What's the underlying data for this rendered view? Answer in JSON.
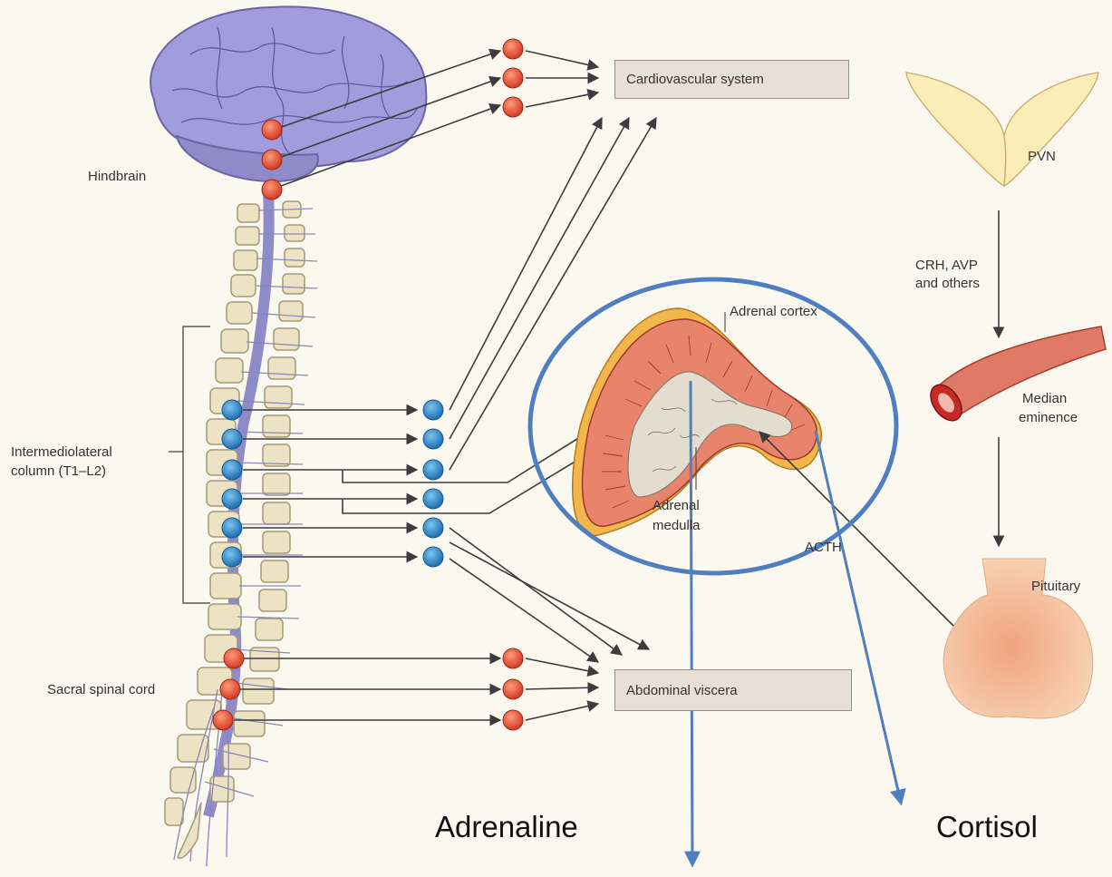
{
  "labels": {
    "hindbrain": "Hindbrain",
    "intermediolateral_1": "Intermediolateral",
    "intermediolateral_2": "column (T1–L2)",
    "sacral": "Sacral spinal cord",
    "cardio": "Cardiovascular system",
    "abdominal": "Abdominal viscera",
    "adrenal_cortex": "Adrenal cortex",
    "adrenal_medulla_1": "Adrenal",
    "adrenal_medulla_2": "medulla",
    "acth": "ACTH",
    "pvn": "PVN",
    "crh_1": "CRH, AVP",
    "crh_2": "and others",
    "median_1": "Median",
    "median_2": "eminence",
    "pituitary": "Pituitary",
    "adrenaline": "Adrenaline",
    "cortisol": "Cortisol"
  },
  "colors": {
    "sympathetic_neuron": "#2f86c6",
    "parasympathetic_neuron": "#e0452e",
    "annotation": "#4f7fc0",
    "brain": "#9c97d6",
    "cortex": "#e88b74"
  }
}
